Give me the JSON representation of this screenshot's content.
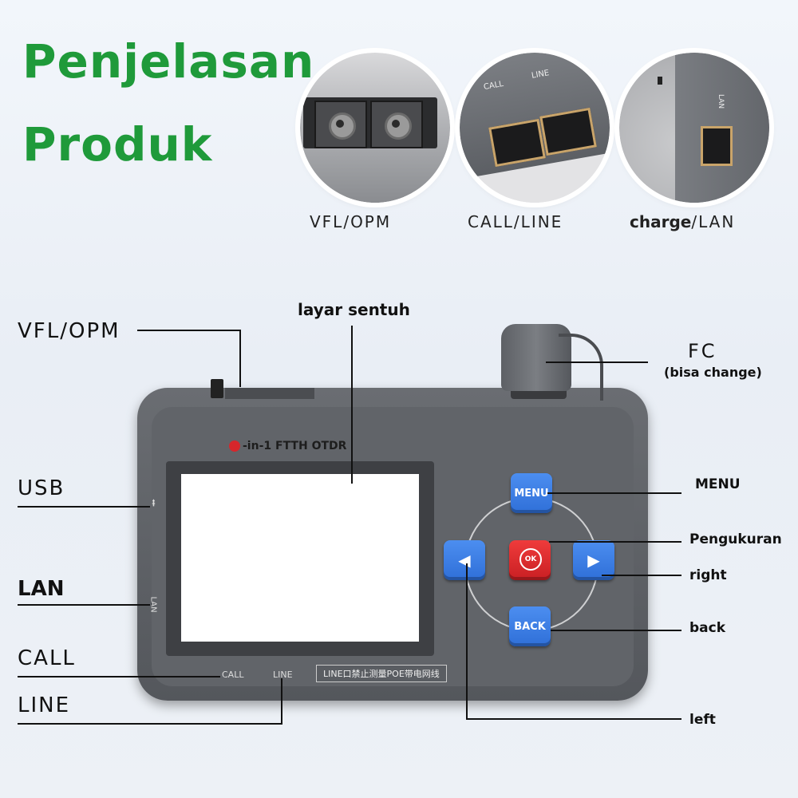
{
  "header": {
    "title_line1": "Penjelasan",
    "title_line2": "Produk"
  },
  "closeups": [
    {
      "caption": "VFL/OPM"
    },
    {
      "caption": "CALL/LINE",
      "port_label_call": "CALL",
      "port_label_line": "LINE"
    },
    {
      "caption_bold": "charge",
      "caption_rest": "/LAN",
      "port_label_lan": "LAN"
    }
  ],
  "device": {
    "model_suffix": "-in-1 FTTH OTDR",
    "screen_label": "layar sentuh",
    "bottom_notice": "LINE口禁止测量POE带电网线",
    "side_label_lan": "LAN",
    "bottom_label_call": "CALL",
    "bottom_label_line": "LINE",
    "buttons": {
      "menu": "MENU",
      "ok": "OK",
      "back": "BACK"
    }
  },
  "callouts_left": {
    "vfl_opm": "VFL/OPM",
    "usb": "USB",
    "lan": "LAN",
    "call": "CALL",
    "line": "LINE"
  },
  "callouts_right": {
    "fc": "FC",
    "fc_note": "(bisa change)",
    "menu": "MENU",
    "measure": "Pengukuran",
    "right": "right",
    "back": "back",
    "left": "left"
  },
  "colors": {
    "title_green": "#1f9a3a",
    "device_gray": "#5f6267",
    "button_blue": "#3b7ee6",
    "button_red": "#d7262b"
  }
}
